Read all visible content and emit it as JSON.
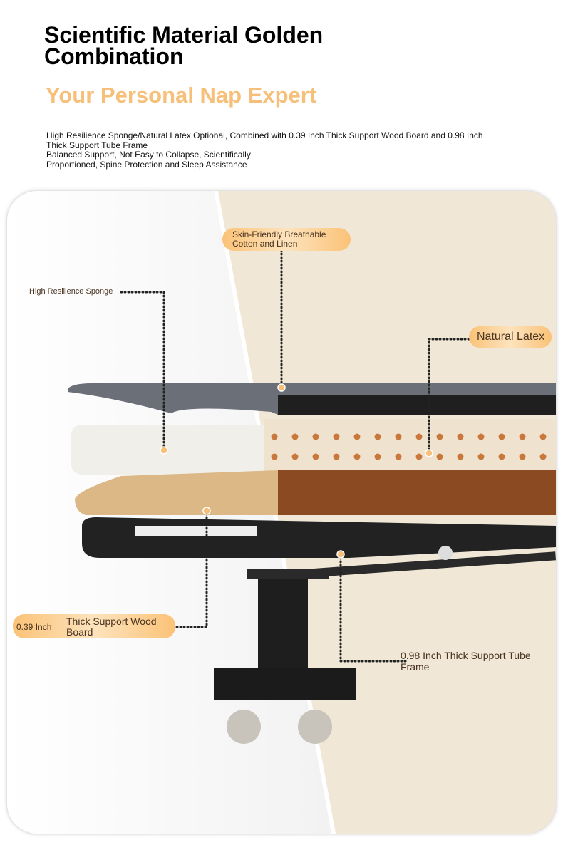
{
  "header": {
    "title": "Scientific Material Golden Combination",
    "subtitle": "Your Personal Nap Expert",
    "description": [
      "High Resilience Sponge/Natural Latex Optional, Combined with 0.39 Inch Thick Support Wood Board and 0.98 Inch Thick Support Tube Frame",
      "Balanced Support, Not Easy to Collapse, Scientifically Proportioned, Spine Protection and Sleep Assistance"
    ]
  },
  "callouts": {
    "sponge": "High Resilience Sponge",
    "cotton": "Skin-Friendly Breathable Cotton and Linen",
    "latex": "Natural Latex",
    "board_size": "0.39 Inch",
    "board": "Thick Support Wood Board",
    "frame": "0.98 Inch Thick Support Tube Frame"
  },
  "colors": {
    "accent": "#f7c07a",
    "panel": "#f0e7d6"
  }
}
